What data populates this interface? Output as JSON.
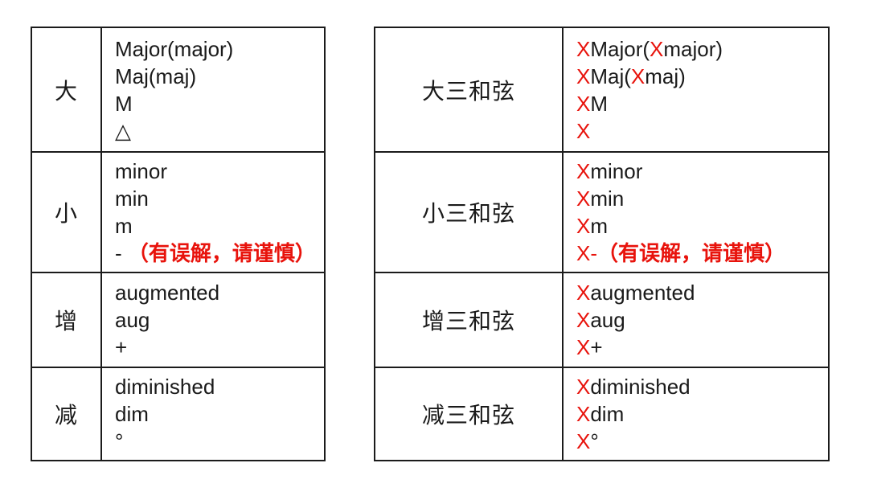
{
  "colors": {
    "ink": "#1a1a1a",
    "red": "#e8130c",
    "border": "#1b1b1b",
    "background": "#ffffff"
  },
  "left_table": {
    "name": "chord-quality-notation-table",
    "rows": [
      {
        "label": "大",
        "lines": [
          [
            {
              "t": "Major(major)",
              "c": "k"
            }
          ],
          [
            {
              "t": "Maj(maj)",
              "c": "k"
            }
          ],
          [
            {
              "t": "M",
              "c": "k"
            }
          ],
          [
            {
              "t": "△",
              "c": "k"
            }
          ]
        ]
      },
      {
        "label": "小",
        "lines": [
          [
            {
              "t": "minor",
              "c": "k"
            }
          ],
          [
            {
              "t": "min",
              "c": "k"
            }
          ],
          [
            {
              "t": "m",
              "c": "k"
            }
          ],
          [
            {
              "t": "- ",
              "c": "k"
            },
            {
              "t": "（有误解，请谨慎）",
              "c": "r",
              "b": 1
            }
          ]
        ]
      },
      {
        "label": "增",
        "lines": [
          [
            {
              "t": "augmented",
              "c": "k"
            }
          ],
          [
            {
              "t": "aug",
              "c": "k"
            }
          ],
          [
            {
              "t": "+",
              "c": "k"
            }
          ]
        ]
      },
      {
        "label": "减",
        "lines": [
          [
            {
              "t": "diminished",
              "c": "k"
            }
          ],
          [
            {
              "t": "dim",
              "c": "k"
            }
          ],
          [
            {
              "t": "°",
              "c": "k"
            }
          ]
        ]
      }
    ]
  },
  "right_table": {
    "name": "triad-chord-symbol-table",
    "rows": [
      {
        "label": "大三和弦",
        "lines": [
          [
            {
              "t": "X",
              "c": "r"
            },
            {
              "t": "Major(",
              "c": "k"
            },
            {
              "t": "X",
              "c": "r"
            },
            {
              "t": "major)",
              "c": "k"
            }
          ],
          [
            {
              "t": "X",
              "c": "r"
            },
            {
              "t": "Maj(",
              "c": "k"
            },
            {
              "t": "X",
              "c": "r"
            },
            {
              "t": "maj)",
              "c": "k"
            }
          ],
          [
            {
              "t": "X",
              "c": "r"
            },
            {
              "t": "M",
              "c": "k"
            }
          ],
          [
            {
              "t": "X",
              "c": "r"
            }
          ]
        ]
      },
      {
        "label": "小三和弦",
        "lines": [
          [
            {
              "t": "X",
              "c": "r"
            },
            {
              "t": "minor",
              "c": "k"
            }
          ],
          [
            {
              "t": "X",
              "c": "r"
            },
            {
              "t": "min",
              "c": "k"
            }
          ],
          [
            {
              "t": "X",
              "c": "r"
            },
            {
              "t": "m",
              "c": "k"
            }
          ],
          [
            {
              "t": "X-",
              "c": "r"
            },
            {
              "t": "（有误解，请谨慎）",
              "c": "r",
              "b": 1
            }
          ]
        ]
      },
      {
        "label": "增三和弦",
        "lines": [
          [
            {
              "t": "X",
              "c": "r"
            },
            {
              "t": "augmented",
              "c": "k"
            }
          ],
          [
            {
              "t": "X",
              "c": "r"
            },
            {
              "t": "aug",
              "c": "k"
            }
          ],
          [
            {
              "t": "X",
              "c": "r"
            },
            {
              "t": "+",
              "c": "k"
            }
          ]
        ]
      },
      {
        "label": "减三和弦",
        "lines": [
          [
            {
              "t": "X",
              "c": "r"
            },
            {
              "t": "diminished",
              "c": "k"
            }
          ],
          [
            {
              "t": "X",
              "c": "r"
            },
            {
              "t": "dim",
              "c": "k"
            }
          ],
          [
            {
              "t": "X",
              "c": "r"
            },
            {
              "t": "°",
              "c": "k"
            }
          ]
        ]
      }
    ]
  }
}
